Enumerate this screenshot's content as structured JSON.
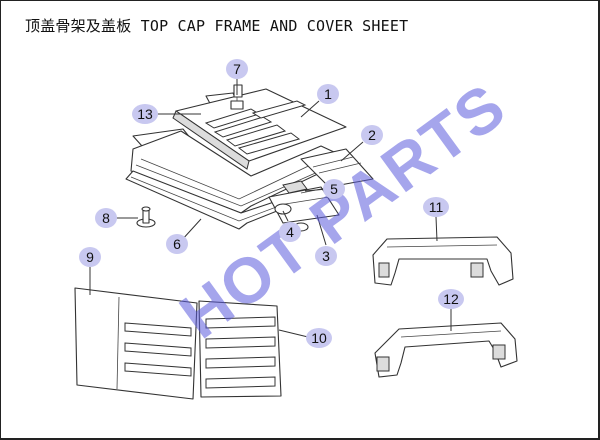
{
  "title": "顶盖骨架及盖板 TOP CAP FRAME AND COVER SHEET",
  "watermark": "HOT PARTS",
  "callouts": [
    {
      "id": "1",
      "label": "1"
    },
    {
      "id": "2",
      "label": "2"
    },
    {
      "id": "3",
      "label": "3"
    },
    {
      "id": "4",
      "label": "4"
    },
    {
      "id": "5",
      "label": "5"
    },
    {
      "id": "6",
      "label": "6"
    },
    {
      "id": "7",
      "label": "7"
    },
    {
      "id": "8",
      "label": "8"
    },
    {
      "id": "9",
      "label": "9"
    },
    {
      "id": "10",
      "label": "10"
    },
    {
      "id": "11",
      "label": "11"
    },
    {
      "id": "12",
      "label": "12"
    },
    {
      "id": "13",
      "label": "13"
    }
  ],
  "colors": {
    "callout_bubble": "#c8c8f0",
    "watermark": "#5b5bdc",
    "line": "#333333"
  }
}
